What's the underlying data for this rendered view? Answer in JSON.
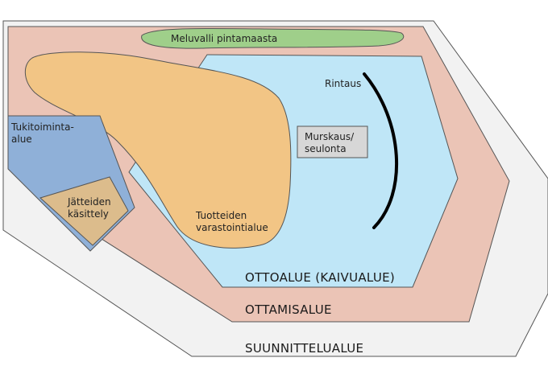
{
  "diagram": {
    "zones": {
      "planning_area": "SUUNNITTELUALUE",
      "extraction_area": "OTTAMISALUE",
      "excavation_area": "OTTOALUE (KAIVUALUE)",
      "noise_barrier": "Meluvalli pintamaasta",
      "support_area_line1": "Tukitoiminta-",
      "support_area_line2": "alue",
      "waste_handling_line1": "Jätteiden",
      "waste_handling_line2": "käsittely",
      "product_storage_line1": "Tuotteiden",
      "product_storage_line2": "varastointialue",
      "crushing_line1": "Murskaus/",
      "crushing_line2": "seulonta",
      "face": "Rintaus"
    },
    "colors": {
      "planning_area": "#f2f2f2",
      "extraction_area": "#ebc4b6",
      "excavation_area": "#bfe6f7",
      "noise_barrier": "#9fcf8a",
      "support_area": "#8fb0d8",
      "waste_handling": "#dcbc8c",
      "product_storage": "#f2c585",
      "crushing": "#d7d7d7",
      "face": "#000000"
    }
  }
}
